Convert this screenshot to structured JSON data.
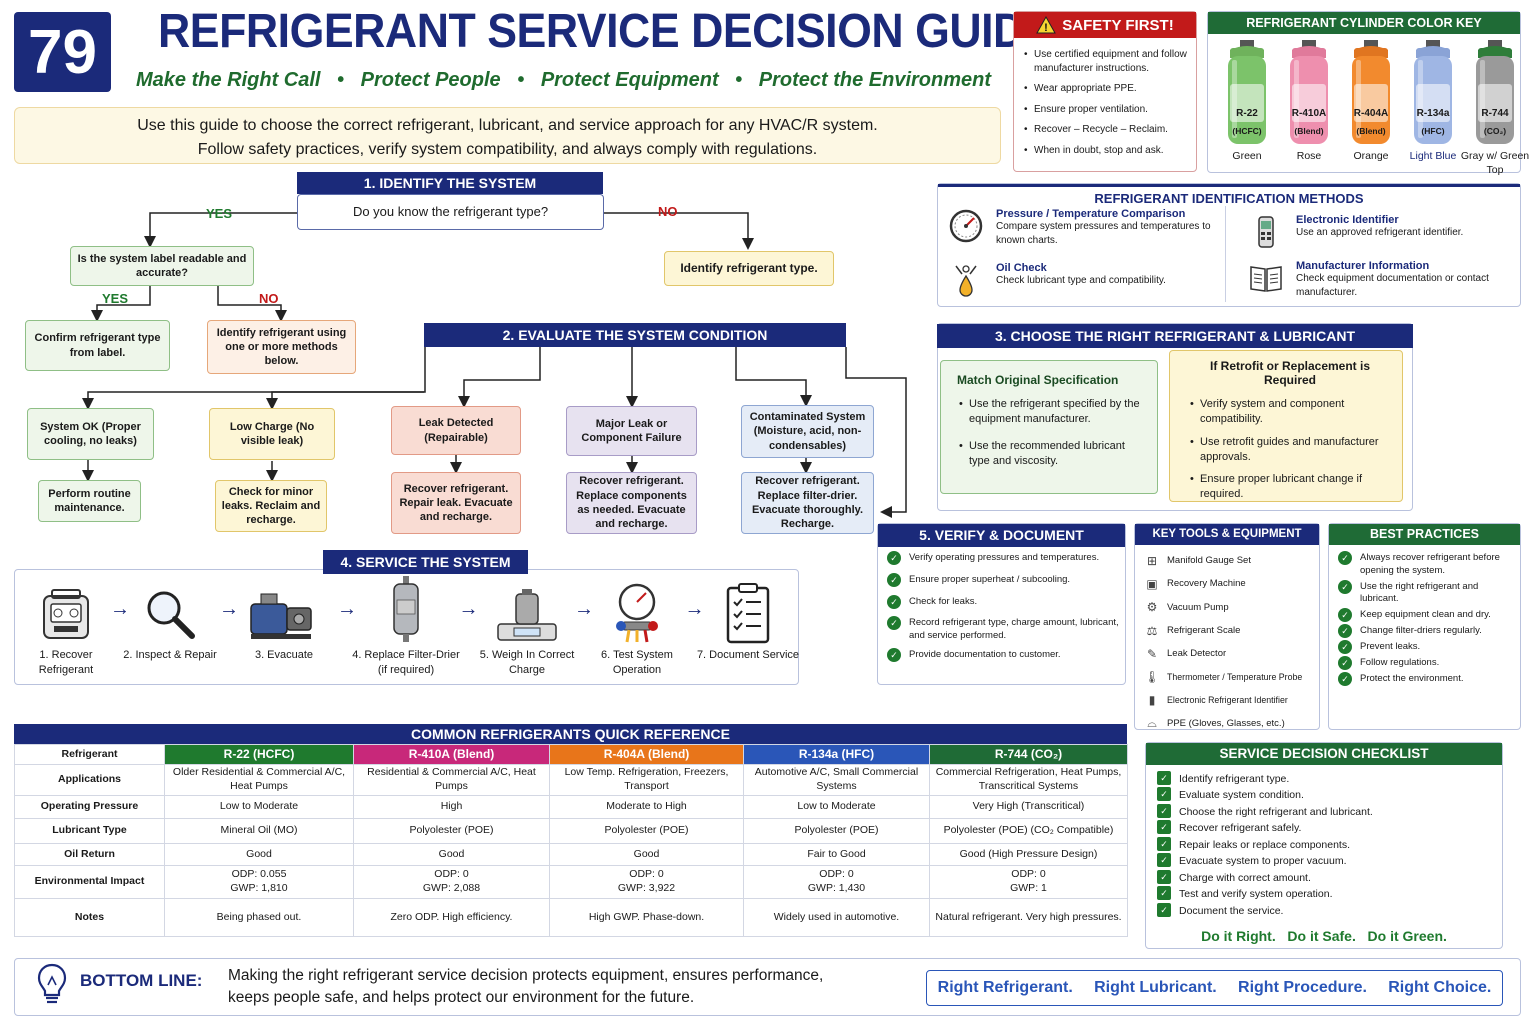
{
  "header": {
    "number": "79",
    "title": "REFRIGERANT SERVICE DECISION GUIDE",
    "subtitle": [
      "Make the Right Call",
      "Protect People",
      "Protect Equipment",
      "Protect the Environment"
    ],
    "intro_line1": "Use this guide to choose the correct refrigerant, lubricant, and service approach for any HVAC/R system.",
    "intro_line2": "Follow safety practices, verify system compatibility, and always comply with regulations."
  },
  "safety": {
    "title": "SAFETY FIRST!",
    "items": [
      "Use certified equipment and follow manufacturer instructions.",
      "Wear appropriate PPE.",
      "Ensure proper ventilation.",
      "Recover – Recycle – Reclaim.",
      "When in doubt, stop and ask."
    ]
  },
  "cylinder_key": {
    "title": "REFRIGERANT CYLINDER COLOR KEY",
    "cylinders": [
      {
        "label1": "R-22",
        "label2": "(HCFC)",
        "color_name": "Green",
        "color": "#7cc36a",
        "top": "#6fb25c"
      },
      {
        "label1": "R-410A",
        "label2": "(Blend)",
        "color_name": "Rose",
        "color": "#ee8fae",
        "top": "#e07a9b"
      },
      {
        "label1": "R-404A",
        "label2": "(Blend)",
        "color_name": "Orange",
        "color": "#f28a2e",
        "top": "#e07520"
      },
      {
        "label1": "R-134a",
        "label2": "(HFC)",
        "color_name": "Light Blue",
        "color": "#9fb6e4",
        "top": "#8aa3d6"
      },
      {
        "label1": "R-744",
        "label2": "(CO₂)",
        "color_name": "Gray w/ Green Top",
        "color": "#9a9a9a",
        "top": "#2f7d3a"
      }
    ]
  },
  "id_methods": {
    "title": "REFRIGERANT IDENTIFICATION METHODS",
    "items": [
      {
        "title": "Pressure / Temperature Comparison",
        "text": "Compare system pressures and temperatures to known charts.",
        "icon": "gauge-icon"
      },
      {
        "title": "Electronic Identifier",
        "text": "Use an approved refrigerant identifier.",
        "icon": "identifier-icon"
      },
      {
        "title": "Oil Check",
        "text": "Check lubricant type and compatibility.",
        "icon": "oil-icon"
      },
      {
        "title": "Manufacturer Information",
        "text": "Check equipment documentation or contact manufacturer.",
        "icon": "book-icon"
      }
    ]
  },
  "flow": {
    "s1_title": "1. IDENTIFY THE SYSTEM",
    "q1": "Do you know the refrigerant type?",
    "yes": "YES",
    "no": "NO",
    "q2": "Is the system label readable and accurate?",
    "identify": "Identify refrigerant type.",
    "confirm": "Confirm refrigerant type from label.",
    "identify_methods": "Identify refrigerant using one or more methods below.",
    "s2_title": "2. EVALUATE THE SYSTEM CONDITION",
    "conditions": [
      {
        "cond": "System OK (Proper cooling, no leaks)",
        "action": "Perform routine maintenance."
      },
      {
        "cond": "Low Charge (No visible leak)",
        "action": "Check for minor leaks. Reclaim and recharge."
      },
      {
        "cond": "Leak Detected (Repairable)",
        "action": "Recover refrigerant. Repair leak. Evacuate and recharge."
      },
      {
        "cond": "Major Leak or Component Failure",
        "action": "Recover refrigerant. Replace components as needed. Evacuate and recharge."
      },
      {
        "cond": "Contaminated System (Moisture, acid, non-condensables)",
        "action": "Recover refrigerant. Replace filter-drier. Evacuate thoroughly. Recharge."
      }
    ]
  },
  "choose": {
    "title": "3. CHOOSE THE RIGHT REFRIGERANT & LUBRICANT",
    "left_title": "Match Original Specification",
    "left_items": [
      "Use the refrigerant specified by the equipment manufacturer.",
      "Use the recommended lubricant type and viscosity."
    ],
    "right_title": "If Retrofit or Replacement is Required",
    "right_items": [
      "Verify system and component compatibility.",
      "Use retrofit guides and manufacturer approvals.",
      "Ensure proper lubricant change if required."
    ]
  },
  "service": {
    "title": "4. SERVICE THE SYSTEM",
    "steps": [
      {
        "label": "1. Recover Refrigerant",
        "icon": "recovery-machine-icon"
      },
      {
        "label": "2. Inspect & Repair",
        "icon": "magnifier-icon"
      },
      {
        "label": "3. Evacuate",
        "icon": "vacuum-pump-icon"
      },
      {
        "label": "4. Replace Filter-Drier (if required)",
        "icon": "filter-drier-icon"
      },
      {
        "label": "5. Weigh In Correct Charge",
        "icon": "scale-icon"
      },
      {
        "label": "6. Test System Operation",
        "icon": "manifold-gauge-icon"
      },
      {
        "label": "7. Document Service",
        "icon": "clipboard-icon"
      }
    ]
  },
  "verify": {
    "title": "5. VERIFY & DOCUMENT",
    "items": [
      "Verify operating pressures and temperatures.",
      "Ensure proper superheat / subcooling.",
      "Check for leaks.",
      "Record refrigerant type, charge amount, lubricant, and service performed.",
      "Provide documentation to customer."
    ]
  },
  "tools": {
    "title": "KEY TOOLS & EQUIPMENT",
    "items": [
      "Manifold Gauge Set",
      "Recovery Machine",
      "Vacuum Pump",
      "Refrigerant Scale",
      "Leak Detector",
      "Thermometer / Temperature Probe",
      "Electronic Refrigerant Identifier",
      "PPE (Gloves, Glasses, etc.)"
    ]
  },
  "best": {
    "title": "BEST PRACTICES",
    "items": [
      "Always recover refrigerant before opening the system.",
      "Use the right refrigerant and lubricant.",
      "Keep equipment clean and dry.",
      "Change filter-driers regularly.",
      "Prevent leaks.",
      "Follow regulations.",
      "Protect the environment."
    ]
  },
  "reference": {
    "title": "COMMON REFRIGERANTS QUICK REFERENCE",
    "row_headers": [
      "Refrigerant",
      "Applications",
      "Operating Pressure",
      "Lubricant Type",
      "Oil Return",
      "Environmental Impact",
      "Notes"
    ],
    "columns": [
      {
        "name": "R-22 (HCFC)",
        "color": "#1f7a2e",
        "applications": "Older Residential & Commercial A/C, Heat Pumps",
        "pressure": "Low to Moderate",
        "lubricant": "Mineral Oil (MO)",
        "oil_return": "Good",
        "odp": "ODP: 0.055",
        "gwp": "GWP: 1,810",
        "notes": "Being phased out."
      },
      {
        "name": "R-410A (Blend)",
        "color": "#c8287a",
        "applications": "Residential & Commercial A/C, Heat Pumps",
        "pressure": "High",
        "lubricant": "Polyolester (POE)",
        "oil_return": "Good",
        "odp": "ODP: 0",
        "gwp": "GWP: 2,088",
        "notes": "Zero ODP. High efficiency."
      },
      {
        "name": "R-404A (Blend)",
        "color": "#e8751a",
        "applications": "Low Temp. Refrigeration, Freezers, Transport",
        "pressure": "Moderate to High",
        "lubricant": "Polyolester (POE)",
        "oil_return": "Good",
        "odp": "ODP: 0",
        "gwp": "GWP: 3,922",
        "notes": "High GWP. Phase-down."
      },
      {
        "name": "R-134a (HFC)",
        "color": "#2a56b8",
        "applications": "Automotive A/C, Small Commercial Systems",
        "pressure": "Low to Moderate",
        "lubricant": "Polyolester (POE)",
        "oil_return": "Fair to Good",
        "odp": "ODP: 0",
        "gwp": "GWP: 1,430",
        "notes": "Widely used in automotive."
      },
      {
        "name": "R-744 (CO₂)",
        "color": "#1f6b36",
        "applications": "Commercial Refrigeration, Heat Pumps, Transcritical Systems",
        "pressure": "Very High (Transcritical)",
        "lubricant": "Polyolester (POE) (CO₂ Compatible)",
        "oil_return": "Good (High Pressure Design)",
        "odp": "ODP: 0",
        "gwp": "GWP: 1",
        "notes": "Natural refrigerant. Very high pressures."
      }
    ]
  },
  "checklist": {
    "title": "SERVICE DECISION CHECKLIST",
    "items": [
      "Identify refrigerant type.",
      "Evaluate system condition.",
      "Choose the right refrigerant and lubricant.",
      "Recover refrigerant safely.",
      "Repair leaks or replace components.",
      "Evacuate system to proper vacuum.",
      "Charge with correct amount.",
      "Test and verify system operation.",
      "Document the service."
    ],
    "motto": [
      "Do it Right.",
      "Do it Safe.",
      "Do it Green."
    ]
  },
  "bottom": {
    "label": "BOTTOM LINE:",
    "line1": "Making the right refrigerant service decision protects equipment, ensures performance,",
    "line2": "keeps people safe, and helps protect our environment for the future.",
    "slogans": [
      "Right Refrigerant.",
      "Right Lubricant.",
      "Right Procedure.",
      "Right Choice."
    ]
  }
}
